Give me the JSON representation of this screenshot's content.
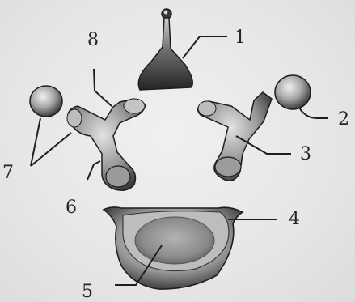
{
  "labels": {
    "l1": "1",
    "l2": "2",
    "l3": "3",
    "l4": "4",
    "l5": "5",
    "l6": "6",
    "l7": "7",
    "l8": "8"
  },
  "colors": {
    "background": "#e9e9e9",
    "bone_dark": "#2a2a2a",
    "bone_mid": "#6e6e6e",
    "bone_light": "#c9c9c9",
    "leader_line": "#1e1e1e"
  }
}
